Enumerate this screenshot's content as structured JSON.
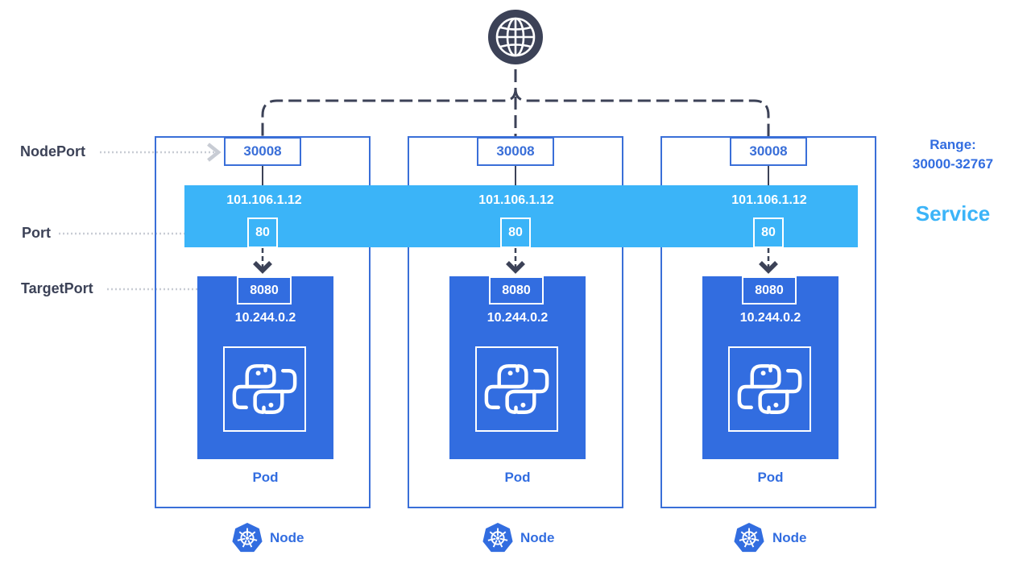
{
  "labels": {
    "nodeport": "NodePort",
    "port": "Port",
    "targetport": "TargetPort",
    "range_title": "Range:",
    "range_value": "30000-32767",
    "service": "Service"
  },
  "nodes": [
    {
      "nodeport": "30008",
      "service_ip": "101.106.1.12",
      "port": "80",
      "target_port": "8080",
      "pod_ip": "10.244.0.2",
      "pod_label": "Pod",
      "node_label": "Node"
    },
    {
      "nodeport": "30008",
      "service_ip": "101.106.1.12",
      "port": "80",
      "target_port": "8080",
      "pod_ip": "10.244.0.2",
      "pod_label": "Pod",
      "node_label": "Node"
    },
    {
      "nodeport": "30008",
      "service_ip": "101.106.1.12",
      "port": "80",
      "target_port": "8080",
      "pod_ip": "10.244.0.2",
      "pod_label": "Pod",
      "node_label": "Node"
    }
  ],
  "icons": {
    "internet": "globe-icon",
    "pod_app": "python-icon",
    "node": "kubernetes-icon"
  },
  "colors": {
    "node_border": "#3a6fd8",
    "service_bar": "#3bb4f8",
    "pod_fill": "#326de0",
    "label_text": "#3c4257",
    "service_text": "#3bb4f8",
    "connector": "#3c4257",
    "dotted_pointer": "#c8ccd4"
  }
}
